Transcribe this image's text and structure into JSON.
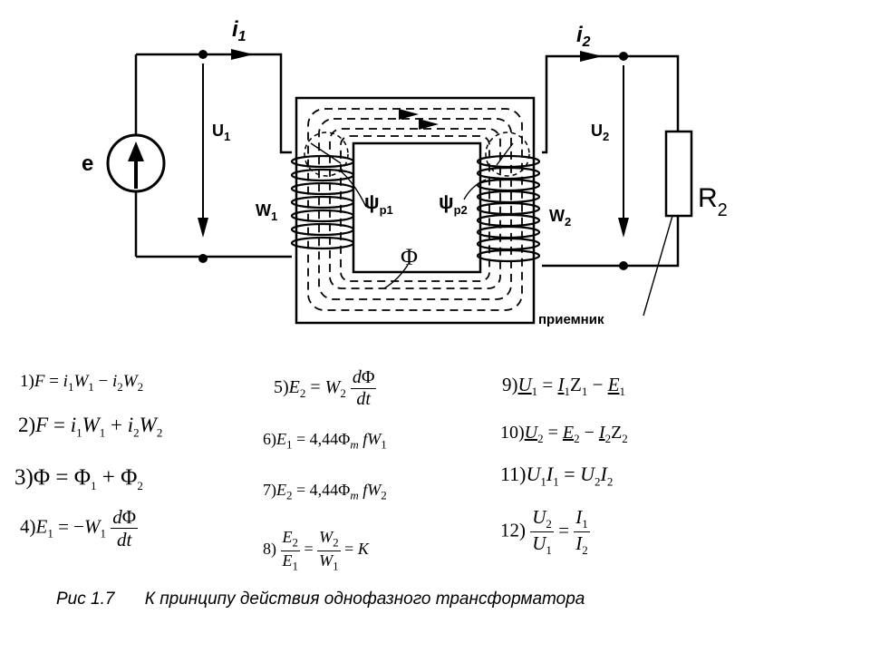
{
  "diagram": {
    "current_1": "i",
    "current_1_sub": "1",
    "current_2": "i",
    "current_2_sub": "2",
    "emf_source": "e",
    "voltage_1": "U",
    "voltage_1_sub": "1",
    "voltage_2": "U",
    "voltage_2_sub": "2",
    "winding_1": "W",
    "winding_1_sub": "1",
    "winding_2": "W",
    "winding_2_sub": "2",
    "leak_flux_1": "ψ",
    "leak_flux_1_sub": "p1",
    "leak_flux_2": "ψ",
    "leak_flux_2_sub": "p2",
    "main_flux": "Φ",
    "load": "R",
    "load_sub": "2",
    "receiver_label": "приемник"
  },
  "equations": {
    "eq1": "1)F = i₁W₁ − i₂W₂",
    "eq2": "2)F = i₁W₁ + i₂W₂",
    "eq3": "3)Φ = Φ₁ + Φ₂",
    "eq4": "4)E₁ = −W₁ dΦ/dt",
    "eq5": "5)E₂ = W₂ dΦ/dt",
    "eq6": "6)E₁ = 4,44Φm fW₁",
    "eq7": "7)E₂ = 4,44Φm fW₂",
    "eq8": "8)E₂/E₁ = W₂/W₁ = K",
    "eq9": "9)U₁ = I₁Z₁ − E₁",
    "eq10": "10)U₂ = E₂ − I₂Z₂",
    "eq11": "11)U₁I₁ = U₂I₂",
    "eq12": "12)U₂/U₁ = I₁/I₂"
  },
  "caption": {
    "figure": "Рис 1.7",
    "title": "К принципу действия однофазного трансформатора"
  }
}
